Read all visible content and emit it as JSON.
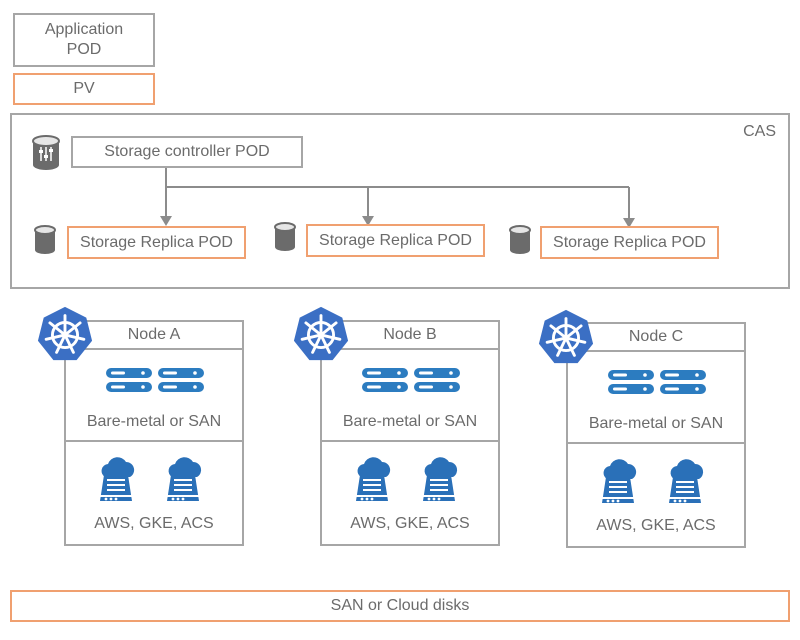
{
  "legend": {
    "app_pod": "Application\nPOD",
    "pv": "PV"
  },
  "cas": {
    "label": "CAS",
    "controller": "Storage controller POD",
    "replicas": [
      "Storage Replica POD",
      "Storage Replica POD",
      "Storage Replica POD"
    ]
  },
  "nodes": [
    {
      "name": "Node A",
      "infra": "Bare-metal or SAN",
      "cloud": "AWS, GKE, ACS"
    },
    {
      "name": "Node B",
      "infra": "Bare-metal or SAN",
      "cloud": "AWS, GKE, ACS"
    },
    {
      "name": "Node C",
      "infra": "Bare-metal or SAN",
      "cloud": "AWS, GKE, ACS"
    }
  ],
  "disks": {
    "label": "SAN or Cloud disks"
  },
  "colors": {
    "grey_border": "#a6a6a6",
    "orange_border": "#f0a070",
    "k8s_blue": "#3b6fc4",
    "server_blue": "#2c7cc0",
    "cloud_blue": "#2a70b8",
    "db_grey": "#6b6b6b"
  },
  "icons": {
    "controller": "database-settings-icon",
    "replica": "database-icon",
    "k8s": "kubernetes-helm-icon",
    "bare_metal": "server-rack-icon",
    "cloud": "cloud-server-icon"
  }
}
